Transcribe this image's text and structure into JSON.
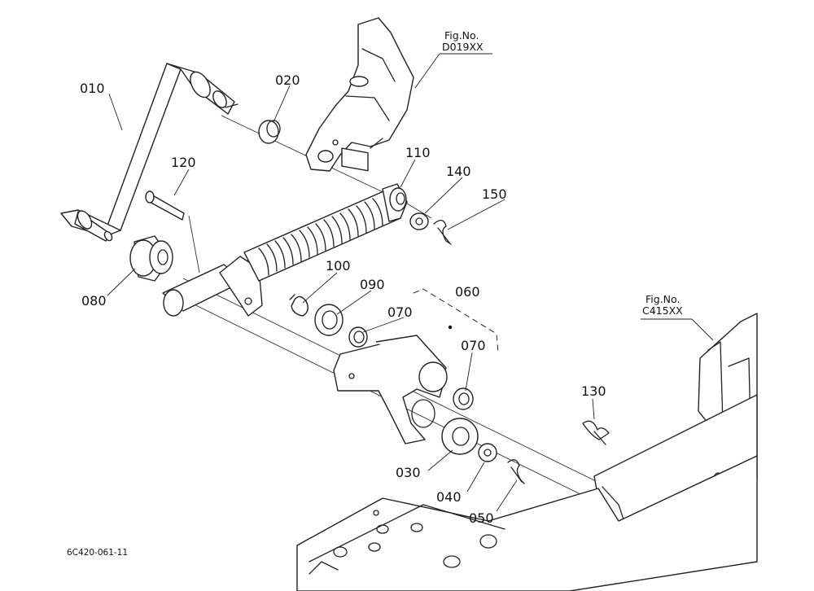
{
  "callouts": {
    "c010": "010",
    "c020": "020",
    "c030": "030",
    "c040": "040",
    "c050": "050",
    "c060": "060",
    "c070a": "070",
    "c070b": "070",
    "c080": "080",
    "c090": "090",
    "c100": "100",
    "c110": "110",
    "c120": "120",
    "c130": "130",
    "c140": "140",
    "c150": "150"
  },
  "figure_refs": {
    "top": {
      "label": "Fig.No.",
      "code": "D019XX"
    },
    "right": {
      "label": "Fig.No.",
      "code": "C415XX"
    }
  },
  "drawing_code": "6C420-061-11"
}
